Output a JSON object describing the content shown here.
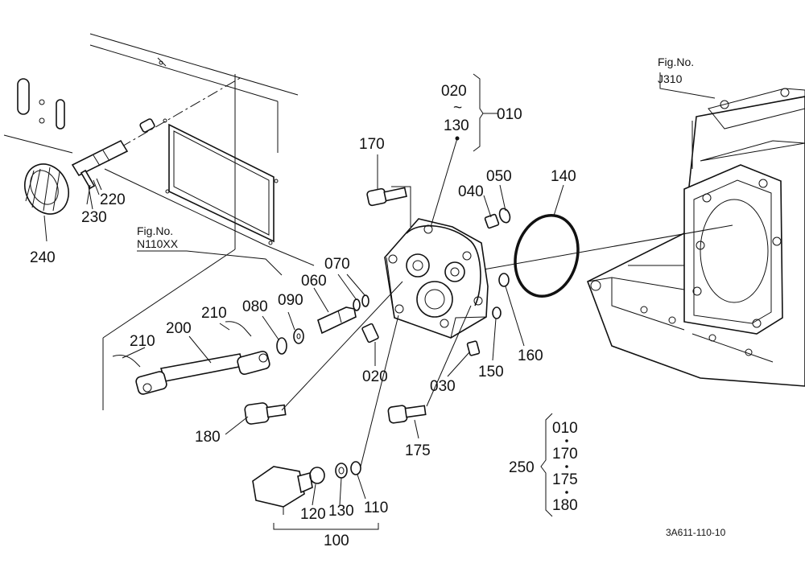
{
  "labels": {
    "p010": "010",
    "p020_top": "020",
    "p130_top": "130",
    "tilde": "~",
    "p170": "170",
    "p040": "040",
    "p050": "050",
    "p140": "140",
    "p070": "070",
    "p060": "060",
    "p080": "080",
    "p090": "090",
    "p210_a": "210",
    "p210_b": "210",
    "p200": "200",
    "p020": "020",
    "p030": "030",
    "p150": "150",
    "p160": "160",
    "p180": "180",
    "p175": "175",
    "p120": "120",
    "p130": "130",
    "p110": "110",
    "p100": "100",
    "p220": "220",
    "p230": "230",
    "p240": "240",
    "p250": "250",
    "k010": "010",
    "k170": "170",
    "k175": "175",
    "k180": "180"
  },
  "references": {
    "fig_label_a": "Fig.No.",
    "fig_ref_a": "N110XX",
    "fig_label_b": "Fig.No.",
    "fig_ref_b": "J310"
  },
  "drawing_code": "3A611-110-10"
}
